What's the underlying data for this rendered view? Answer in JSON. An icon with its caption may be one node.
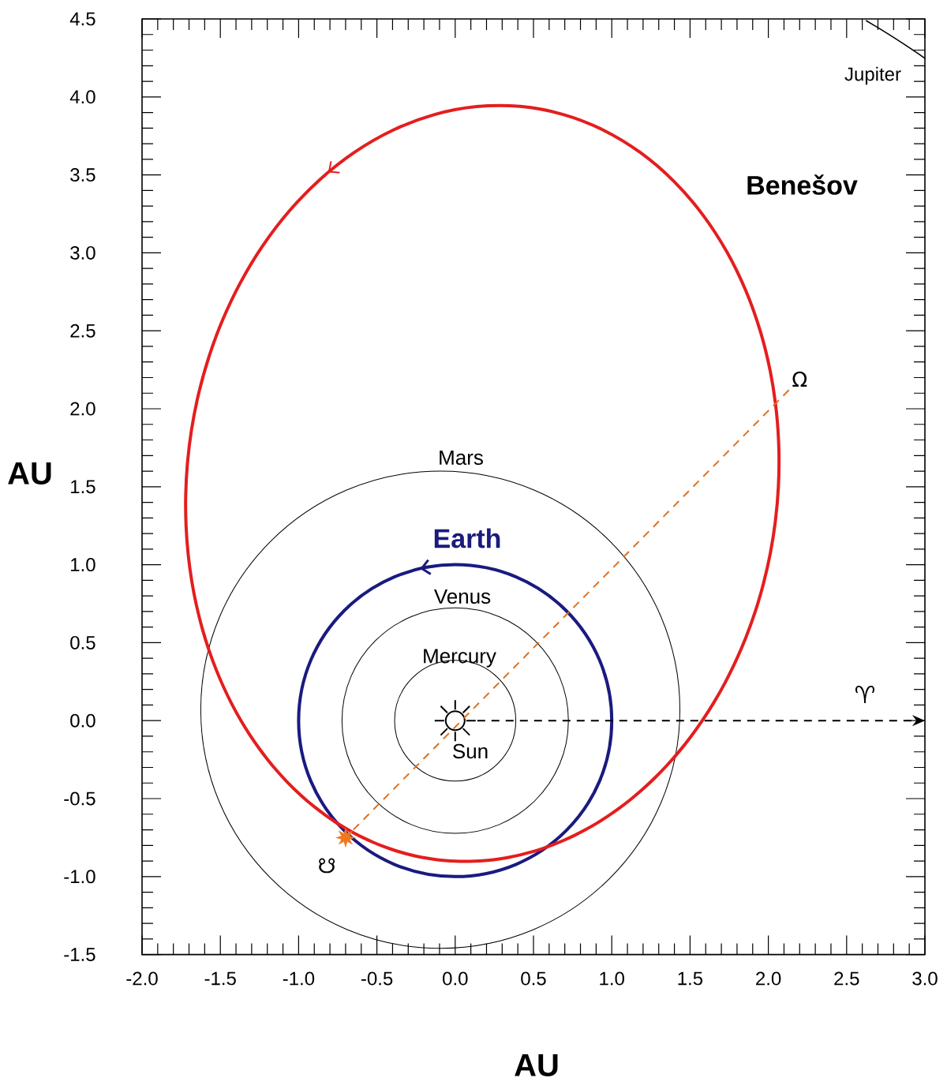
{
  "diagram": {
    "nodes": [
      {
        "text": [],
        "shape": "star",
        "beside": [
          "☋"
        ]
      },
      {
        "text": [
          "Ω"
        ]
      }
    ],
    "edges": [
      {
        "from": 0,
        "to": 1,
        "arrow": "none",
        "style": "dashed",
        "color": "#e07020"
      }
    ],
    "labels": [
      "Jupiter",
      "Benešov",
      "AU",
      "Mars",
      "Earth",
      "Venus",
      "Mercury",
      "♈",
      "4.5",
      "4.0",
      "3.5",
      "3.0",
      "2.5",
      "2.0",
      "1.5",
      "1.0",
      "0.5",
      "0.0",
      "-0.5",
      "-1.0",
      "-1.5",
      "-2.0",
      "-1.5",
      "-1.0",
      "-0.5",
      "0.0",
      "0.5",
      "1.0",
      "1.5",
      "2.0",
      "2.5",
      "3.0",
      "AU",
      "Sun"
    ]
  }
}
